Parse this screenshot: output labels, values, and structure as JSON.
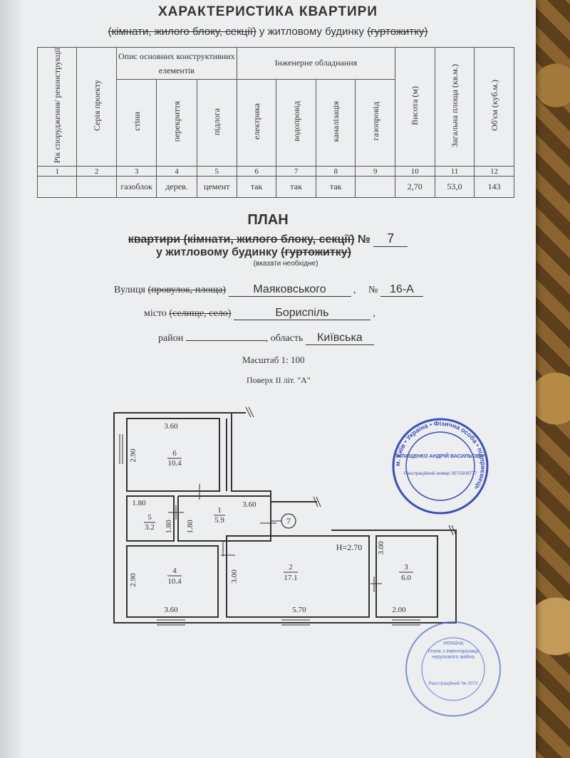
{
  "header": {
    "title": "ХАРАКТЕРИСТИКА КВАРТИРИ",
    "subtitle_struck": "(кімнати, жилого блоку, секції)",
    "subtitle_rest": " у житловому будинку ",
    "subtitle_struck2": "(гуртожитку)"
  },
  "table": {
    "col_year": "Рік спорудження/ реконструкції",
    "col_series": "Серія проекту",
    "group_struct": "Опис основних конструктивних елементів",
    "col_walls": "стіни",
    "col_floors_over": "перекриття",
    "col_floor": "підлога",
    "group_eng": "Інженерне обладнання",
    "col_electric": "електрика",
    "col_water": "водопровід",
    "col_sewer": "каналізація",
    "col_gas": "газопровід",
    "col_height": "Висота (м)",
    "col_area": "Загальна площа (кв.м.)",
    "col_volume": "Об'єм (куб.м.)",
    "numbers": [
      "1",
      "2",
      "3",
      "4",
      "5",
      "6",
      "7",
      "8",
      "9",
      "10",
      "11",
      "12"
    ],
    "values": [
      "",
      "",
      "газоблок",
      "дерев.",
      "цемент",
      "так",
      "так",
      "так",
      "",
      "2,70",
      "53,0",
      "143"
    ]
  },
  "plan": {
    "title": "ПЛАН",
    "line1_struck": "квартири (кімнати, жилого блоку, секції)",
    "line1_no": "№",
    "apt_number": "7",
    "line2": "у житловому будинку",
    "line2_struck": "(гуртожитку)",
    "note": "(вказати необхідне)",
    "street_label": "Вулиця",
    "street_struck": "(провулок, площа)",
    "street_value": "Маяковського",
    "number_label": "№",
    "number_value": "16-А",
    "city_label": "місто",
    "city_struck": "(селище, село)",
    "city_value": "Бориспіль",
    "district_label": "район",
    "region_label": ", область",
    "region_value": "Київська",
    "scale": "Масштаб 1: 100",
    "floor": "Поверх II літ. \"А\""
  },
  "floorplan": {
    "rooms": [
      {
        "no": "6",
        "area": "10.4",
        "w": "3.60",
        "h": "2.90"
      },
      {
        "no": "5",
        "area": "3.2",
        "w": "1.80",
        "h": "1.80"
      },
      {
        "no": "1",
        "area": "5.9",
        "w": "3.60",
        "h": "1.80"
      },
      {
        "no": "4",
        "area": "10.4",
        "w": "3.60",
        "h": "2.90"
      },
      {
        "no": "2",
        "area": "17.1",
        "w": "5.70",
        "h": "3.00"
      },
      {
        "no": "3",
        "area": "6.0",
        "w": "2.00",
        "h": "3.00"
      }
    ],
    "apartment_marker": "7",
    "ceiling_height": "H=2.70"
  },
  "stamps": {
    "round1_name": "ПИЛИЩЕНКО АНДРІЙ ВАСИЛЬОВИЧ",
    "round1_ring": "м. Київ • Україна • Фізична особа • підприємець",
    "round1_reg": "Реєстраційний номер 3071509777",
    "round2_center": "Технік з інвентаризації нерухомого майна",
    "round2_reg": "Реєстраційний № 2073",
    "round2_top": "УКРАЇНА"
  }
}
